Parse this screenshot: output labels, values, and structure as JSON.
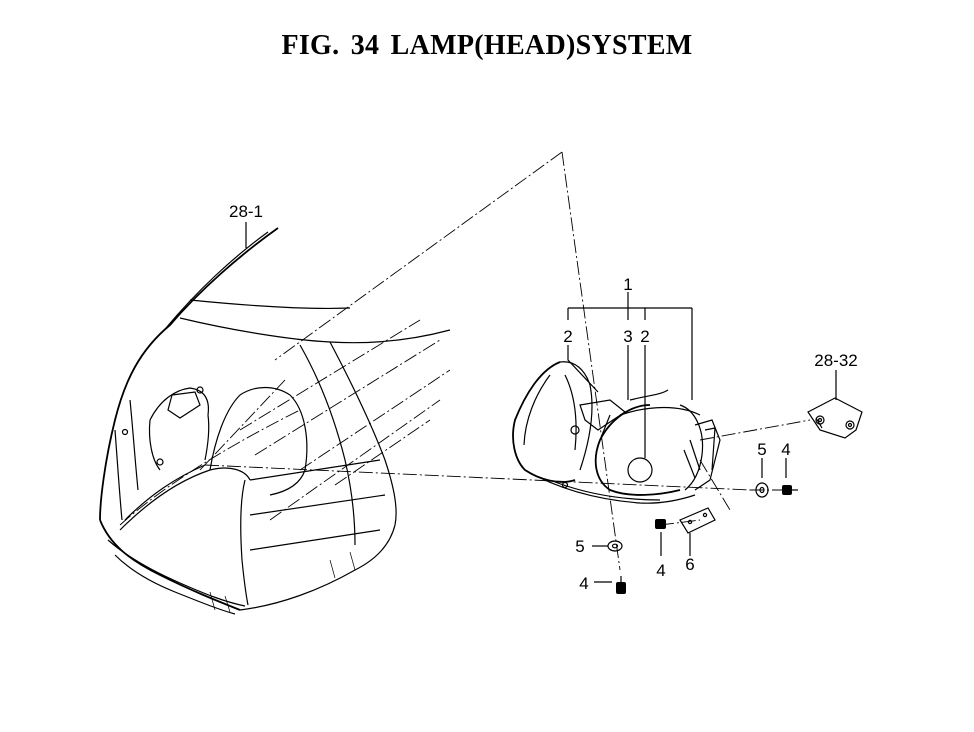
{
  "title": "FIG. 34  LAMP(HEAD)SYSTEM",
  "callouts": {
    "c28_1": "28-1",
    "c1": "1",
    "c2a": "2",
    "c3": "3",
    "c2b": "2",
    "c28_32": "28-32",
    "c5_right": "5",
    "c4_right": "4",
    "c5_left": "5",
    "c4_mid": "4",
    "c6": "6",
    "c4_left": "4"
  }
}
